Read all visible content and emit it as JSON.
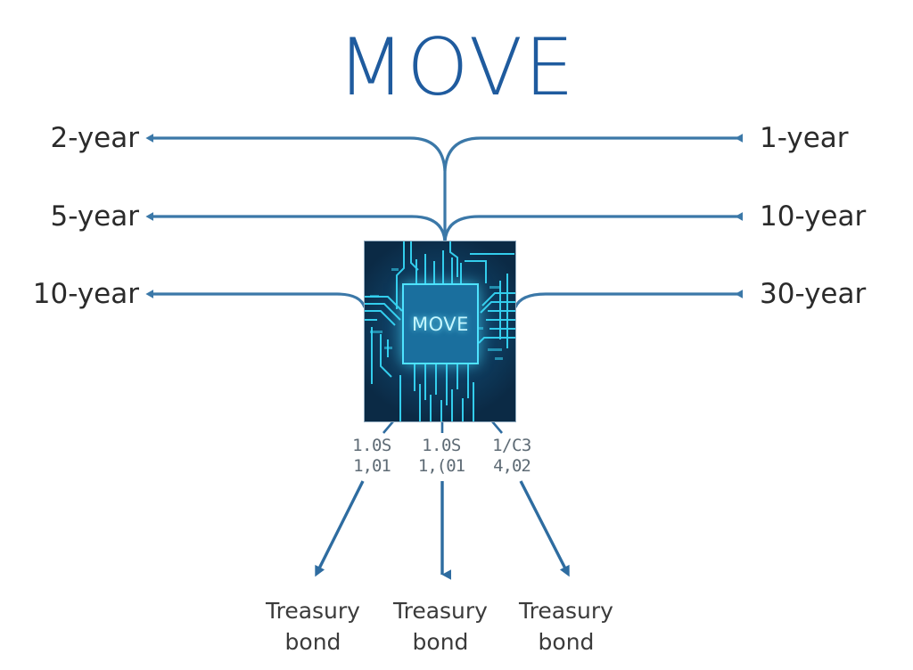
{
  "title": "MOVE",
  "chip": {
    "label": "MOVE",
    "name": "move-chip"
  },
  "rows": [
    {
      "left_label": "2-year",
      "right_label": "1-year"
    },
    {
      "left_label": "5-year",
      "right_label": "10-year"
    },
    {
      "left_label": "10-year",
      "right_label": "30-year"
    }
  ],
  "outputs": [
    {
      "artifact_line1": "1.0S",
      "artifact_line2": "1,01",
      "label_line1": "Treasury",
      "label_line2": "bond"
    },
    {
      "artifact_line1": "1.0S",
      "artifact_line2": "1,(01",
      "label_line1": "Treasury",
      "label_line2": "bond"
    },
    {
      "artifact_line1": "1/C3",
      "artifact_line2": "4,02",
      "label_line1": "Treasury",
      "label_line2": "bond"
    }
  ],
  "colors": {
    "title_blue": "#1f5b9e",
    "arrow_blue": "#3b78a8",
    "arrow_dark": "#2e6ca0",
    "chip_navy": "#0b2a45",
    "chip_cyan": "#4fe3ff",
    "label_text": "#2b2b2b",
    "background": "#ffffff"
  }
}
